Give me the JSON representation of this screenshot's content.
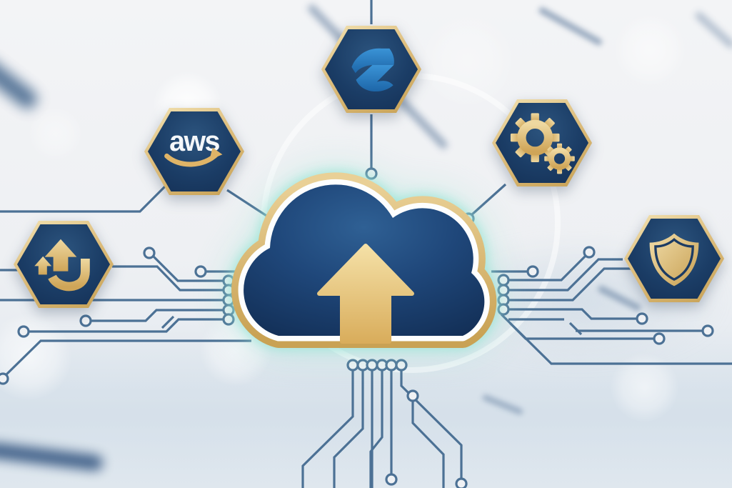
{
  "scene": {
    "theme": "cloud-migration-illustration",
    "background_color": "#eef0f3",
    "trace_color": "#4c7195",
    "navy_color": "#17365e",
    "gold_color": "#d9b66a",
    "glow_color": "#9fe0d4",
    "logo_blue_color": "#2e80c4"
  },
  "central_node": {
    "icon": "cloud-upload-icon"
  },
  "nodes": {
    "platform": {
      "icon": "cloud-platform-logo-icon",
      "position": "top"
    },
    "aws": {
      "icon": "aws-logo-icon",
      "label": "aws",
      "position": "upper-left"
    },
    "services": {
      "icon": "gears-icon",
      "position": "upper-right"
    },
    "security": {
      "icon": "shield-icon",
      "position": "right"
    },
    "migration": {
      "icon": "up-arrows-icon",
      "position": "left"
    }
  }
}
